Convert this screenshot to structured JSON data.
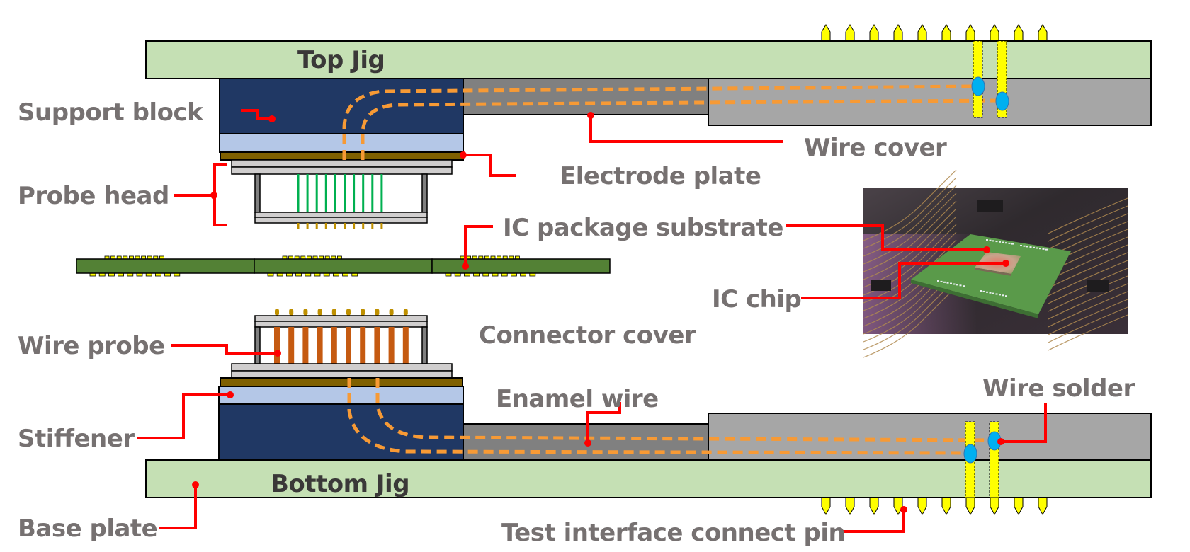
{
  "diagram": {
    "type": "cross-section schematic",
    "subject": "IC package substrate test jig with wire probe interconnect"
  },
  "colors": {
    "jig": "#c5e0b4",
    "support_block": "#203864",
    "stiffener": "#b4c7e7",
    "electrode_plate": "#7f6000",
    "probe_plate": "#d0cece",
    "frame_post": "#7f7f7f",
    "needle_green": "#00b050",
    "wire_probe": "#c55a11",
    "probe_tip": "#bf9000",
    "wire_cover_dark": "#808080",
    "wire_cover_light": "#a6a6a6",
    "enamel_wire": "#f79a35",
    "solder": "#00b0f0",
    "connect_pin": "#ffff00",
    "substrate": "#538135",
    "leader": "#ff0000",
    "label_text": "#767171",
    "jig_text": "#3a3838"
  },
  "jigs": {
    "top": "Top Jig",
    "bottom": "Bottom Jig"
  },
  "labels": {
    "support_block": "Support block",
    "probe_head": "Probe head",
    "wire_cover": "Wire cover",
    "electrode_plate": "Electrode plate",
    "ic_package_substrate": "IC package substrate",
    "ic_chip": "IC chip",
    "wire_probe": "Wire probe",
    "connector_cover": "Connector cover",
    "enamel_wire": "Enamel wire",
    "wire_solder": "Wire solder",
    "stiffener": "Stiffener",
    "base_plate": "Base plate",
    "test_interface_connect_pin": "Test interface connect pin"
  },
  "counts": {
    "probe_needles": 10,
    "connect_pins_per_side": 10,
    "substrate_units": 3,
    "enamel_wires_per_side": 2
  },
  "photo": {
    "description": "rendered IC chip on green package substrate over circuit board"
  }
}
